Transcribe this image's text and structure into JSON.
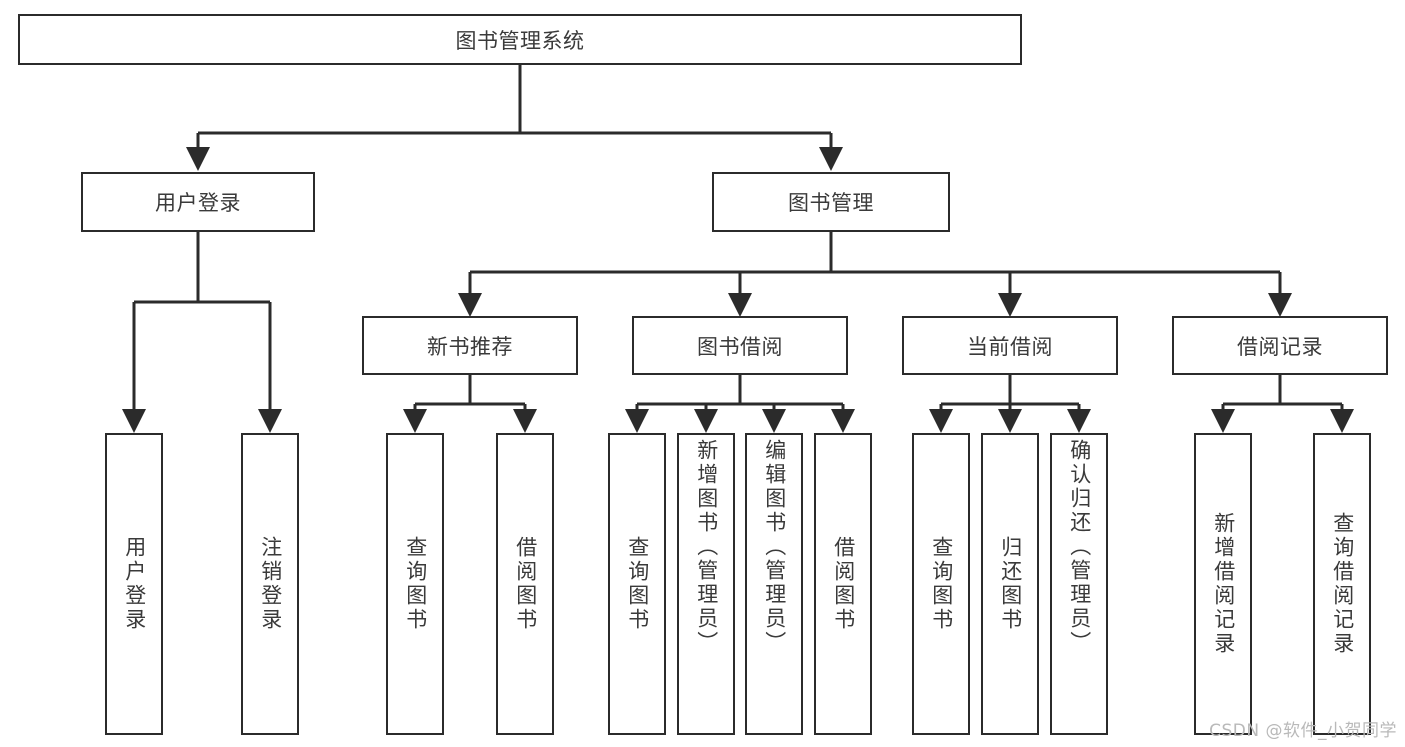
{
  "diagram": {
    "title": "图书管理系统",
    "watermark": "CSDN @软件_小贺同学",
    "line_color": "#2b2b2b",
    "text_color": "#3a3a3a",
    "background": "#ffffff",
    "nodes": {
      "root": {
        "label": "图书管理系统"
      },
      "level1": [
        {
          "id": "user_login",
          "label": "用户登录"
        },
        {
          "id": "book_manage",
          "label": "图书管理"
        }
      ],
      "level2": [
        {
          "id": "new_book_rec",
          "label": "新书推荐"
        },
        {
          "id": "book_borrow",
          "label": "图书借阅"
        },
        {
          "id": "current_borrow",
          "label": "当前借阅"
        },
        {
          "id": "borrow_record",
          "label": "借阅记录"
        }
      ],
      "leaves": {
        "user_login": [
          {
            "id": "leaf_user_login",
            "label": "用户登录"
          },
          {
            "id": "leaf_logout",
            "label": "注销登录"
          }
        ],
        "new_book_rec": [
          {
            "id": "leaf_query_book_1",
            "label": "查询图书"
          },
          {
            "id": "leaf_borrow_book_1",
            "label": "借阅图书"
          }
        ],
        "book_borrow": [
          {
            "id": "leaf_query_book_2",
            "label": "查询图书"
          },
          {
            "id": "leaf_add_book",
            "label": "新增图书（管理员）"
          },
          {
            "id": "leaf_edit_book",
            "label": "编辑图书（管理员）"
          },
          {
            "id": "leaf_borrow_book_2",
            "label": "借阅图书"
          }
        ],
        "current_borrow": [
          {
            "id": "leaf_query_book_3",
            "label": "查询图书"
          },
          {
            "id": "leaf_return_book",
            "label": "归还图书"
          },
          {
            "id": "leaf_confirm_return",
            "label": "确认归还（管理员）"
          }
        ],
        "borrow_record": [
          {
            "id": "leaf_add_record",
            "label": "新增借阅记录"
          },
          {
            "id": "leaf_query_record",
            "label": "查询借阅记录"
          }
        ]
      }
    }
  }
}
